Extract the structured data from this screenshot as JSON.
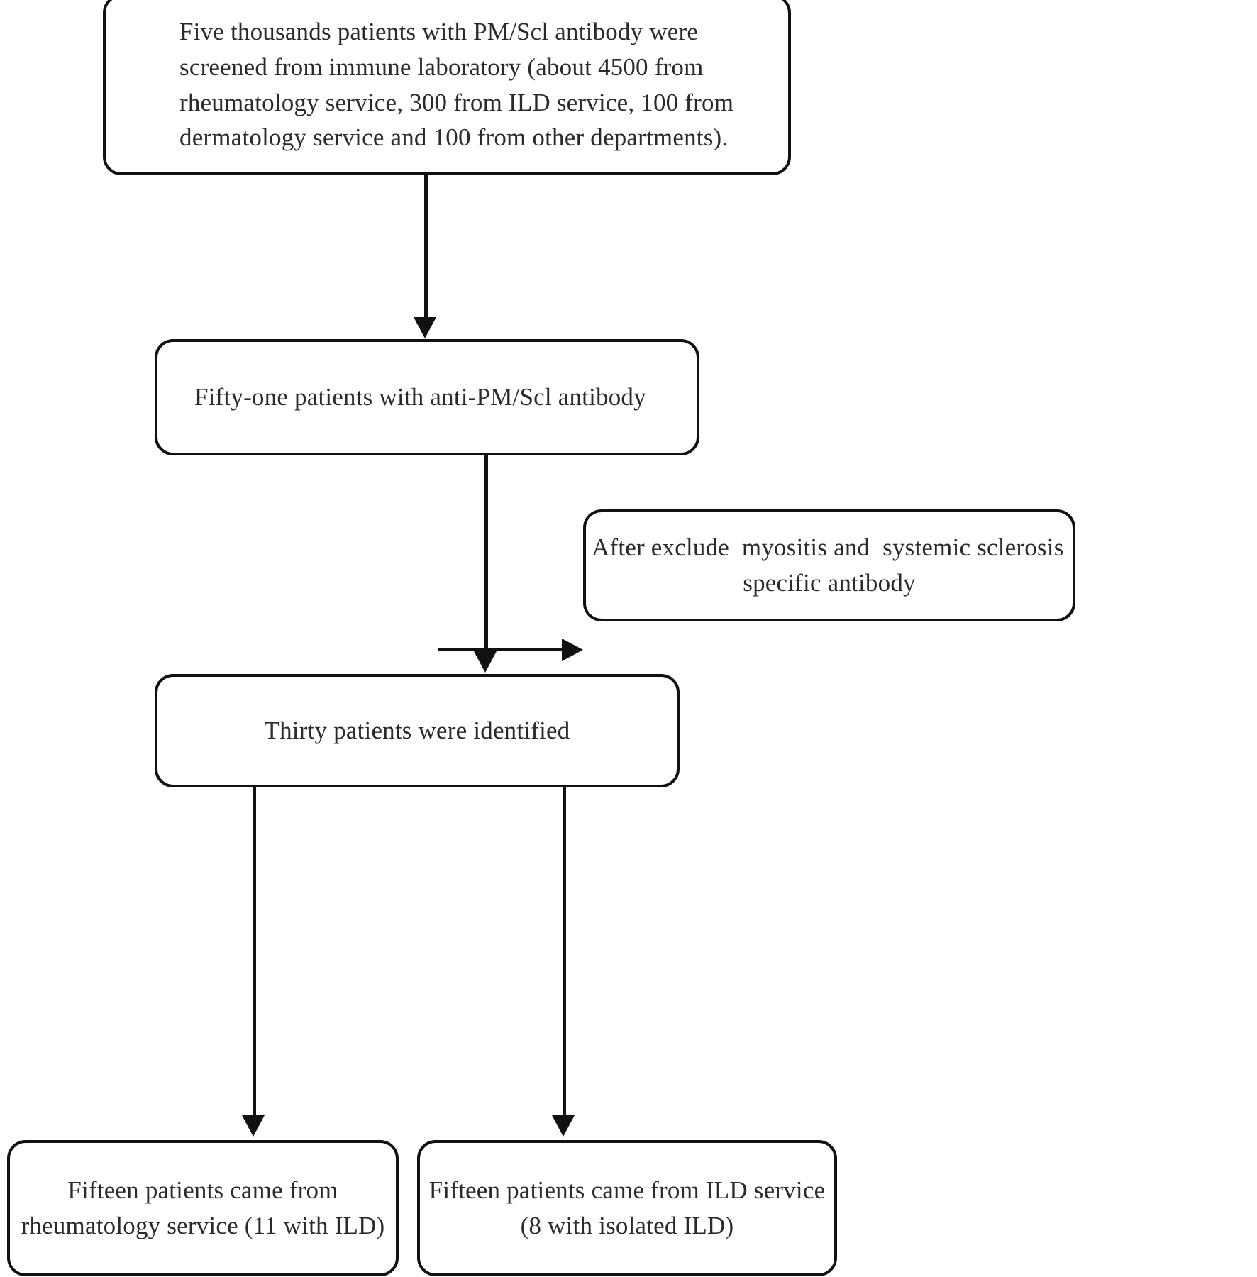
{
  "figure": {
    "type": "flowchart",
    "orientation": "top-to-bottom",
    "nodes": [
      {
        "id": "screened",
        "lines": [
          "Five thousands patients with PM/Scl antibody were",
          "screened from immune laboratory (about 4500 from",
          "rheumatology service, 300 from ILD service, 100 from",
          "dermatology service and 100 from other departments)."
        ]
      },
      {
        "id": "fiftyone",
        "lines": [
          "Fifty-one patients with anti-PM/Scl antibody"
        ]
      },
      {
        "id": "exclude",
        "lines": [
          "After exclude  myositis and  systemic sclerosis",
          "specific antibody"
        ]
      },
      {
        "id": "thirty",
        "lines": [
          "Thirty patients were identified"
        ]
      },
      {
        "id": "rheum",
        "lines": [
          "Fifteen patients came from",
          "rheumatology service (11 with ILD)"
        ]
      },
      {
        "id": "ild",
        "lines": [
          "Fifteen patients came from ILD service",
          "(8 with isolated ILD)"
        ]
      }
    ],
    "colors": {
      "stroke": "#111111",
      "background": "#ffffff",
      "text": "#2a2a2a"
    }
  }
}
